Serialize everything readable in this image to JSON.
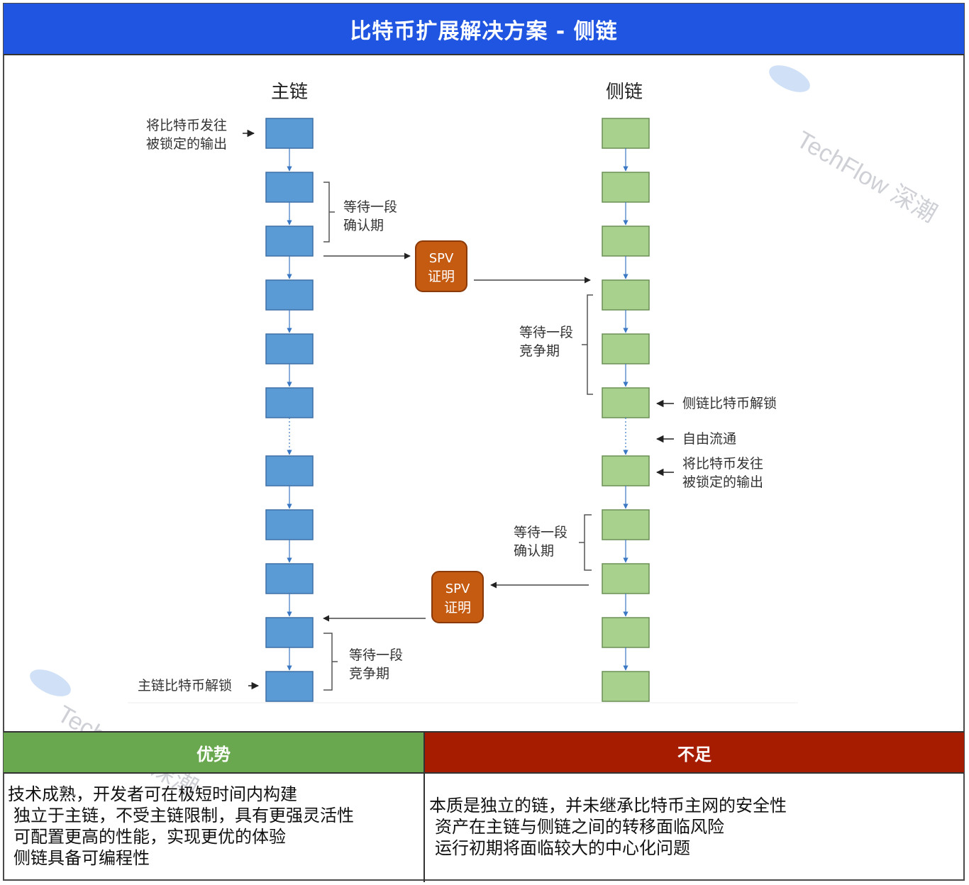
{
  "title": "比特币扩展解决方案 - 侧链",
  "watermark": "TechFlow 深潮",
  "diagram": {
    "main_chain_label": "主链",
    "side_chain_label": "侧链",
    "main_annotations": {
      "lock_line1": "将比特币发往",
      "lock_line2": "被锁定的输出",
      "confirm_line1": "等待一段",
      "confirm_line2": "确认期",
      "contest_line1": "等待一段",
      "contest_line2": "竞争期",
      "unlock": "主链比特币解锁"
    },
    "side_annotations": {
      "contest_line1": "等待一段",
      "contest_line2": "竞争期",
      "unlock": "侧链比特币解锁",
      "free_flow": "自由流通",
      "lock_line1": "将比特币发往",
      "lock_line2": "被锁定的输出",
      "confirm_line1": "等待一段",
      "confirm_line2": "确认期"
    },
    "spv_top": {
      "line1": "SPV",
      "line2": "证明"
    },
    "spv_bottom": {
      "line1": "SPV",
      "line2": "证明"
    },
    "colors": {
      "main_block": "#5b9bd5",
      "side_block": "#a9d18e",
      "spv": "#c55a11"
    }
  },
  "pros": {
    "header": "优势",
    "items": [
      "技术成熟，开发者可在极短时间内构建",
      "独立于主链，不受主链限制，具有更强灵活性",
      "可配置更高的性能，实现更优的体验",
      "侧链具备可编程性"
    ]
  },
  "cons": {
    "header": "不足",
    "items": [
      "本质是独立的链，并未继承比特币主网的安全性",
      "资产在主链与侧链之间的转移面临风险",
      "运行初期将面临较大的中心化问题"
    ]
  }
}
